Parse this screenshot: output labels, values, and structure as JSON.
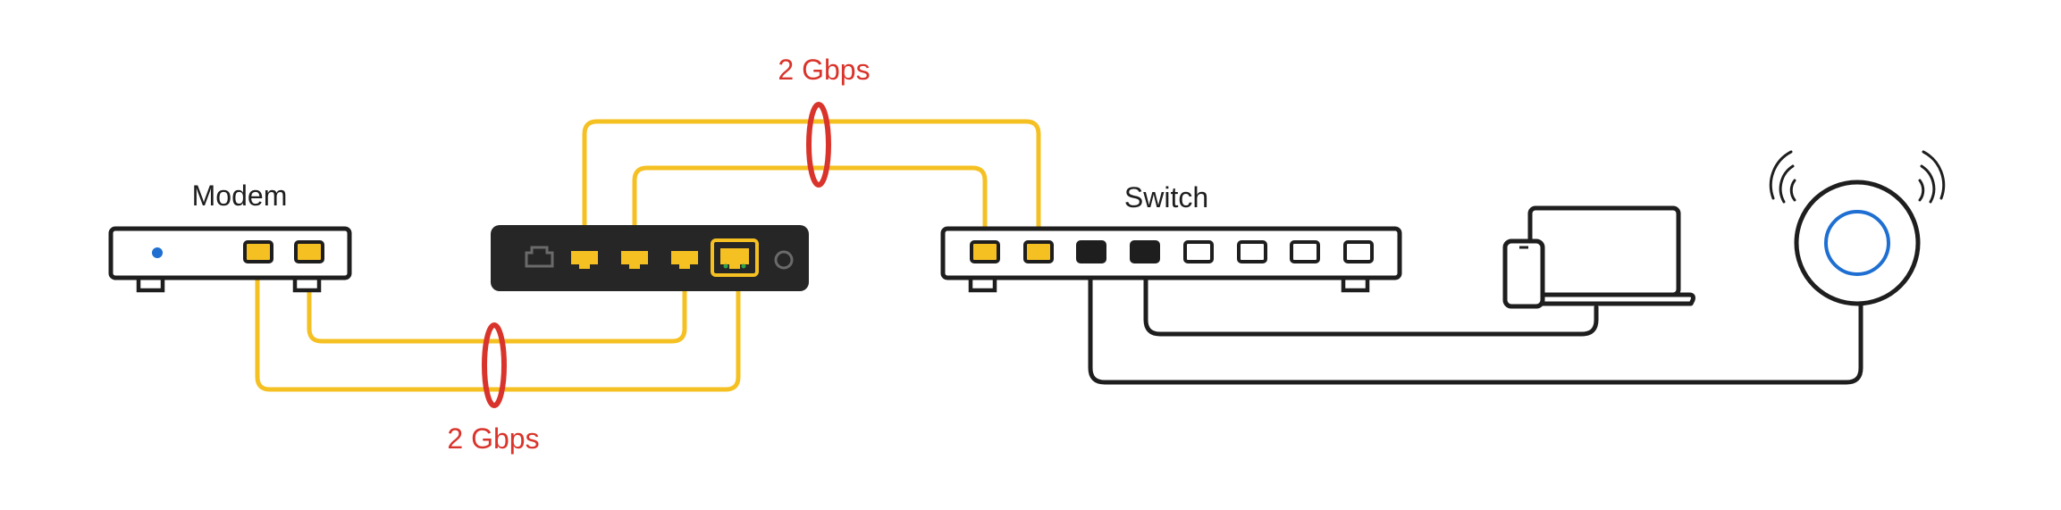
{
  "diagram": {
    "labels": {
      "modem": "Modem",
      "switch": "Switch",
      "bandwidth_top": "2 Gbps",
      "bandwidth_bottom": "2 Gbps"
    },
    "colors": {
      "link_aggregated": "#f5c022",
      "port_gold": "#f5c022",
      "aggregation_ring": "#d9342b",
      "bandwidth_text": "#d9342b",
      "device_outline": "#1e1e1e",
      "router_body": "#262626",
      "copper_cable": "#1e1e1e",
      "status_led": "#1e6fd1",
      "ap_ring": "#1e6fd1"
    },
    "devices": [
      {
        "id": "modem",
        "icon": "modem-icon"
      },
      {
        "id": "router",
        "icon": "router-icon"
      },
      {
        "id": "switch",
        "icon": "switch-icon"
      },
      {
        "id": "laptop-phone",
        "icon": "laptop-phone-icon"
      },
      {
        "id": "access-point",
        "icon": "wifi-access-point-icon"
      }
    ]
  }
}
